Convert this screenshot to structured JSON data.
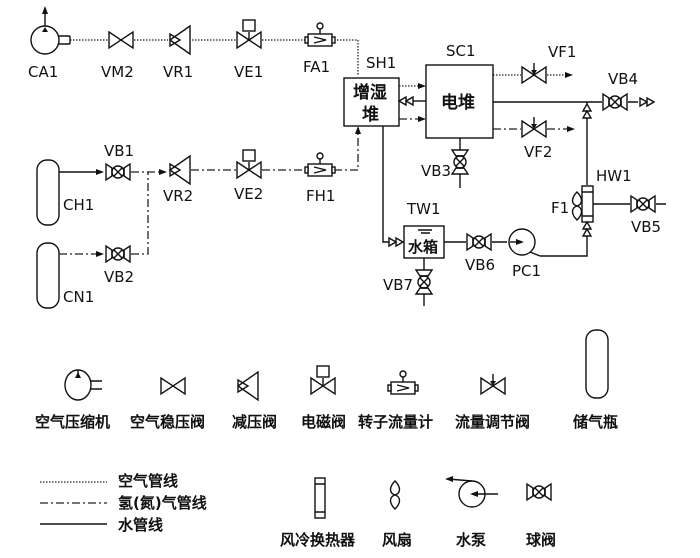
{
  "diagram": {
    "components": {
      "CA1": "CA1",
      "VM2": "VM2",
      "VR1": "VR1",
      "VE1": "VE1",
      "FA1": "FA1",
      "SH1": "SH1",
      "SC1": "SC1",
      "VF1": "VF1",
      "VF2": "VF2",
      "VB4": "VB4",
      "VB3": "VB3",
      "HW1": "HW1",
      "F1": "F1",
      "VB5": "VB5",
      "VB1": "VB1",
      "VB2": "VB2",
      "CH1": "CH1",
      "CN1": "CN1",
      "VR2": "VR2",
      "VE2": "VE2",
      "FH1": "FH1",
      "TW1": "TW1",
      "VB6": "VB6",
      "VB7": "VB7",
      "PC1": "PC1"
    },
    "humidifier_text_1": "增湿",
    "humidifier_text_2": "堆",
    "stack_text": "电堆",
    "tank_text": "水箱"
  },
  "legend": {
    "symbols": [
      {
        "icon": "air-compressor-icon",
        "label": "空气压缩机"
      },
      {
        "icon": "air-pressure-regulator-icon",
        "label": "空气稳压阀"
      },
      {
        "icon": "pressure-reducing-valve-icon",
        "label": "减压阀"
      },
      {
        "icon": "solenoid-valve-icon",
        "label": "电磁阀"
      },
      {
        "icon": "rotameter-icon",
        "label": "转子流量计"
      },
      {
        "icon": "flow-control-valve-icon",
        "label": "流量调节阀"
      },
      {
        "icon": "gas-cylinder-icon",
        "label": "储气瓶"
      },
      {
        "icon": "air-cooled-heat-exchanger-icon",
        "label": "风冷换热器"
      },
      {
        "icon": "fan-icon",
        "label": "风扇"
      },
      {
        "icon": "water-pump-icon",
        "label": "水泵"
      },
      {
        "icon": "ball-valve-icon",
        "label": "球阀"
      }
    ],
    "lines": [
      {
        "style": "dotted",
        "label": "空气管线"
      },
      {
        "style": "dash-dot",
        "label": "氢(氮)气管线"
      },
      {
        "style": "solid",
        "label": "水管线"
      }
    ]
  }
}
